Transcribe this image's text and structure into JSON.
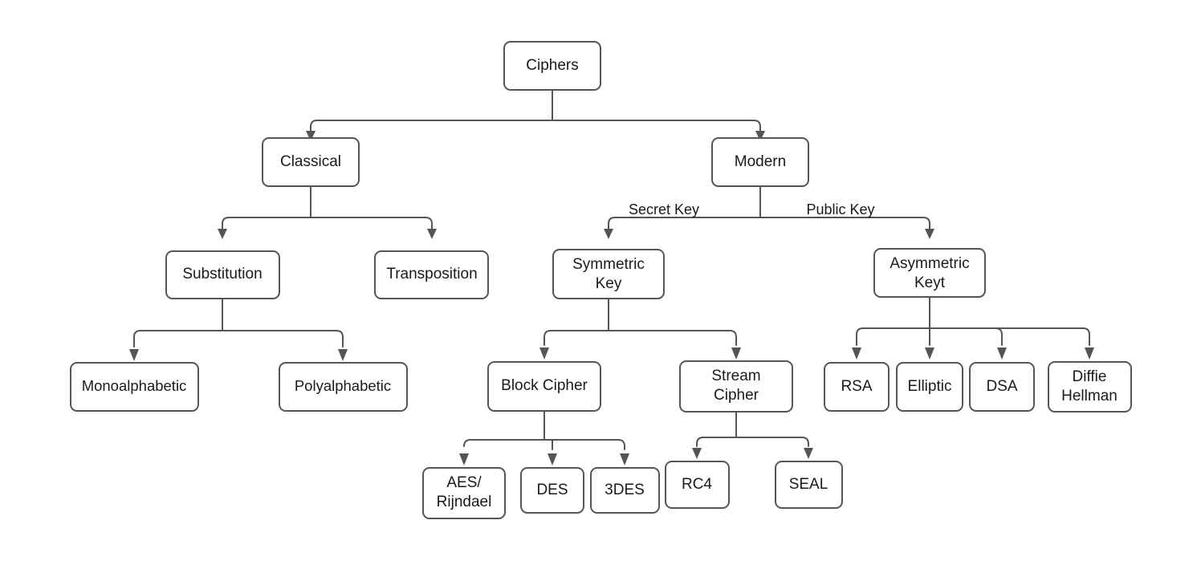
{
  "diagram": {
    "title": "Ciphers classification tree",
    "type": "hierarchy-tree",
    "colors": {
      "node_border": "#555555",
      "node_fill": "#ffffff",
      "text": "#1a1a1a",
      "edge": "#555555",
      "background": "#ffffff"
    },
    "nodes": {
      "ciphers": {
        "label": "Ciphers"
      },
      "classical": {
        "label": "Classical"
      },
      "modern": {
        "label": "Modern"
      },
      "substitution": {
        "label": "Substitution"
      },
      "transposition": {
        "label": "Transposition"
      },
      "symmetric_key": {
        "line1": "Symmetric",
        "line2": "Key"
      },
      "asymmetric_key": {
        "line1": "Asymmetric",
        "line2": "Keyt"
      },
      "monoalphabetic": {
        "label": "Monoalphabetic"
      },
      "polyalphabetic": {
        "label": "Polyalphabetic"
      },
      "block_cipher": {
        "label": "Block Cipher"
      },
      "stream_cipher": {
        "line1": "Stream",
        "line2": "Cipher"
      },
      "rsa": {
        "label": "RSA"
      },
      "elliptic": {
        "label": "Elliptic"
      },
      "dsa": {
        "label": "DSA"
      },
      "diffie_hellman": {
        "line1": "Diffie",
        "line2": "Hellman"
      },
      "aes_rijndael": {
        "line1": "AES/",
        "line2": "Rijndael"
      },
      "des": {
        "label": "DES"
      },
      "triple_des": {
        "label": "3DES"
      },
      "rc4": {
        "label": "RC4"
      },
      "seal": {
        "label": "SEAL"
      }
    },
    "edge_labels": {
      "secret_key": "Secret Key",
      "public_key": "Public Key"
    }
  }
}
